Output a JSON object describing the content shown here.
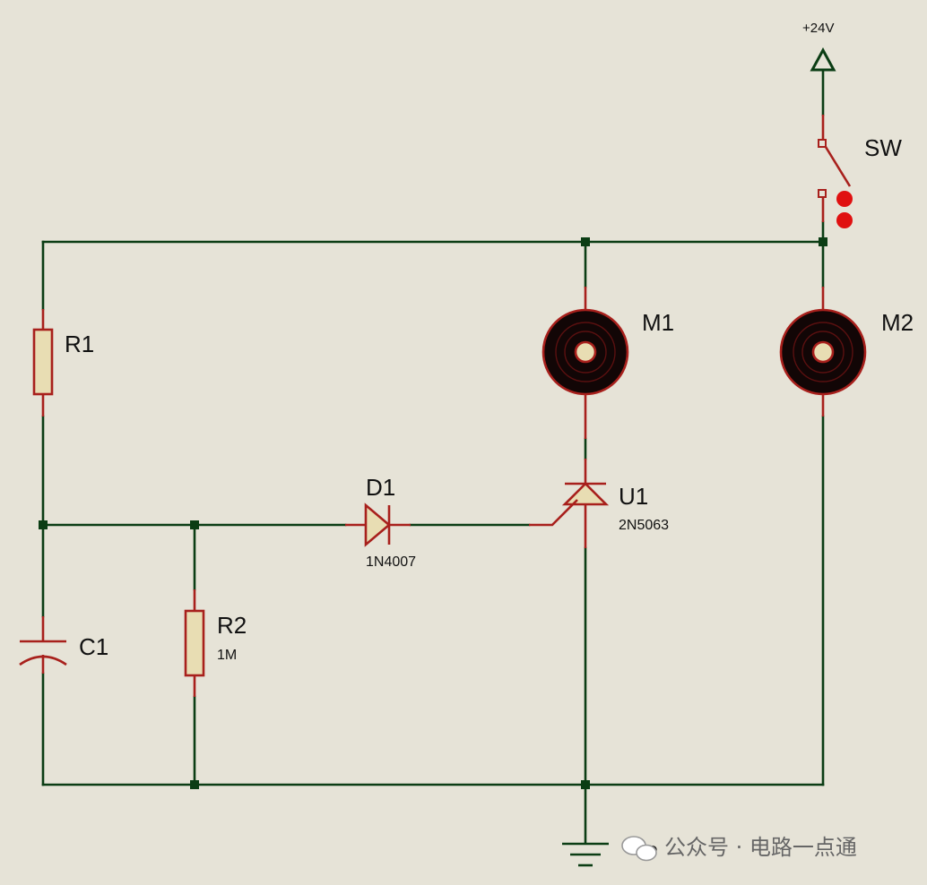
{
  "supply": {
    "label": "+24V"
  },
  "ground": {
    "label": "GND"
  },
  "components": {
    "sw": {
      "name": "SW"
    },
    "r1": {
      "name": "R1"
    },
    "r2": {
      "name": "R2",
      "value": "1M"
    },
    "c1": {
      "name": "C1"
    },
    "d1": {
      "name": "D1",
      "value": "1N4007"
    },
    "u1": {
      "name": "U1",
      "value": "2N5063"
    },
    "m1": {
      "name": "M1"
    },
    "m2": {
      "name": "M2"
    }
  },
  "watermark": {
    "text": "公众号 · 电路一点通"
  },
  "colors": {
    "background": "#e6e3d7",
    "wire": "#0b3d14",
    "component": "#a8201c",
    "motor_fill": "#120606"
  }
}
